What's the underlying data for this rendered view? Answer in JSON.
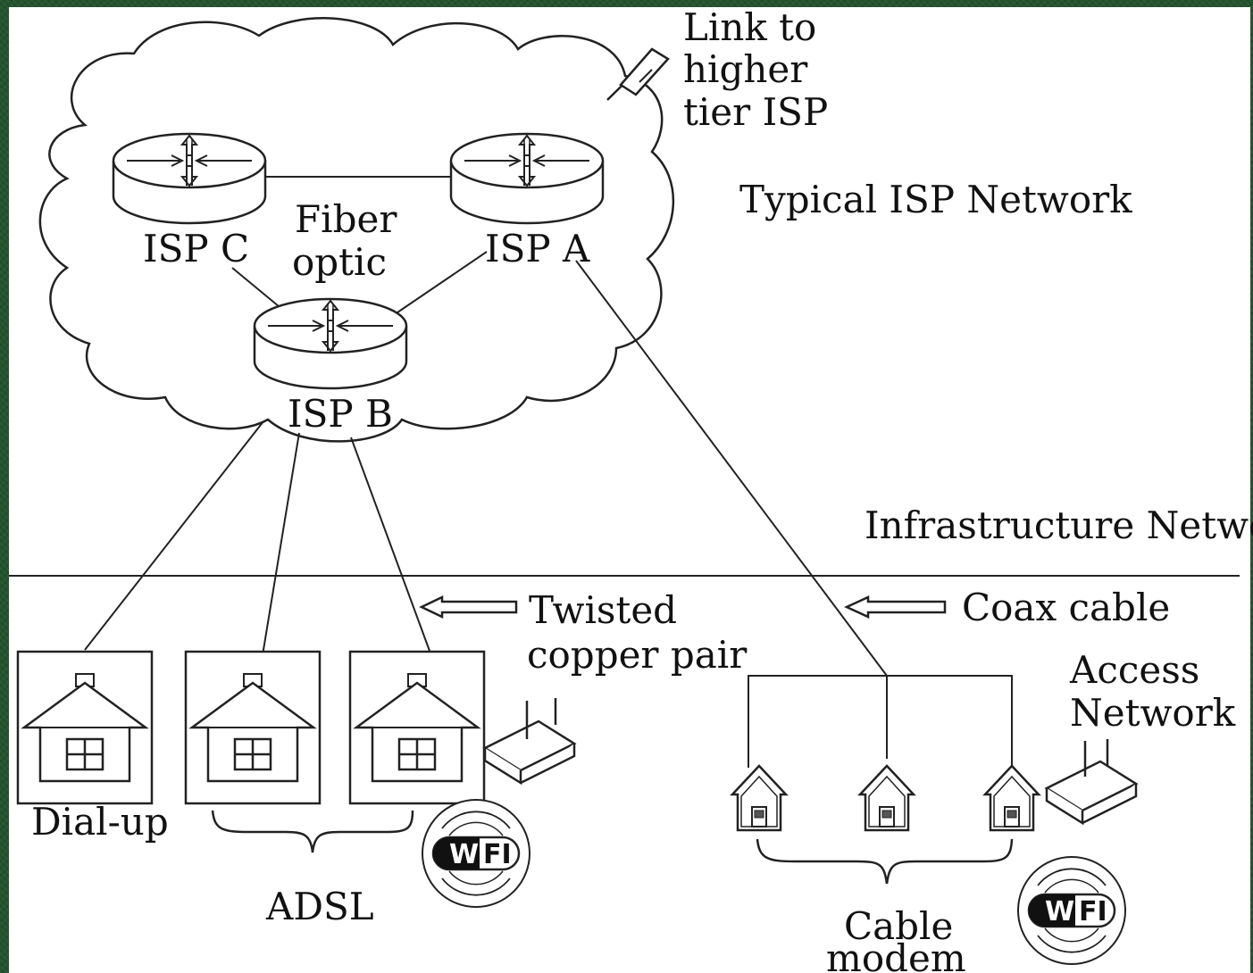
{
  "diagram": {
    "isp_cloud": {
      "routers": [
        {
          "id": "isp-c",
          "label": "ISP C"
        },
        {
          "id": "isp-a",
          "label": "ISP A"
        },
        {
          "id": "isp-b",
          "label": "ISP B"
        }
      ],
      "fiber_label_line1": "Fiber",
      "fiber_label_line2": "optic",
      "uplink_label_line1": "Link to",
      "uplink_label_line2": "higher",
      "uplink_label_line3": "tier ISP"
    },
    "section_labels": {
      "typical": "Typical ISP Network",
      "infrastructure": "Infrastructure Network",
      "access_line1": "Access",
      "access_line2": "Network"
    },
    "media": {
      "twisted_line1": "Twisted",
      "twisted_line2": "copper pair",
      "coax": "Coax cable"
    },
    "connections": {
      "dialup": "Dial-up",
      "adsl": "ADSL",
      "cable_line1": "Cable",
      "cable_line2": "modem"
    },
    "wifi_badge": {
      "left": "WI",
      "right": "FI"
    },
    "colors": {
      "background": "#24532f",
      "panel": "#ffffff",
      "ink": "#111111"
    }
  }
}
